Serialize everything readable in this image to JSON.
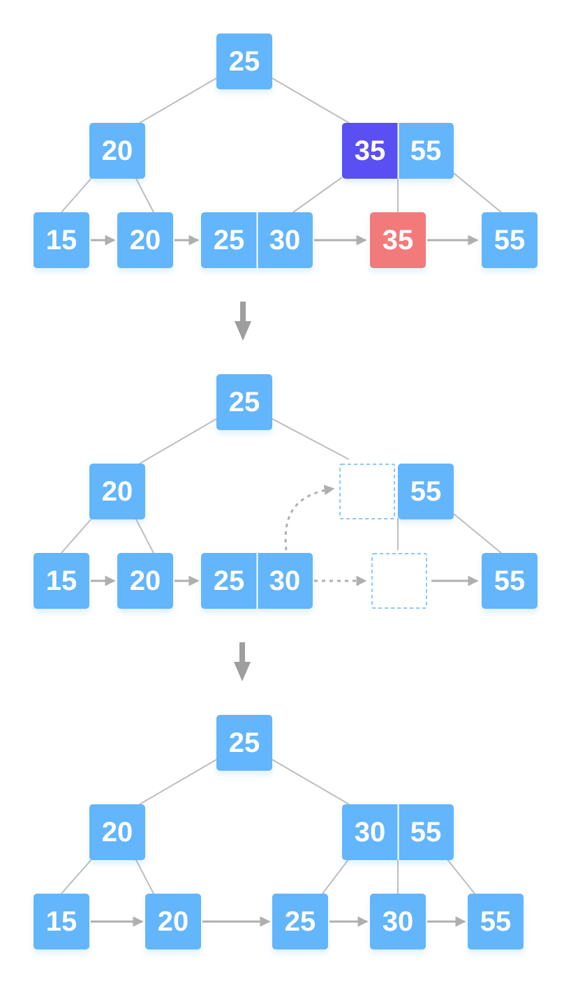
{
  "colors": {
    "node": "#64B5FC",
    "highlight_key": "#5A4FF2",
    "deleted_key": "#F37A7A",
    "edge": "#BDBDBD",
    "arrow": "#AFAFAF",
    "text": "#FFFFFF",
    "empty_border": "#64B5FC"
  },
  "steps": [
    {
      "root": [
        "25"
      ],
      "left_internal": [
        "20"
      ],
      "right_internal": [
        "35",
        "55"
      ],
      "leaves": [
        [
          "15"
        ],
        [
          "20"
        ],
        [
          "25",
          "30"
        ],
        [
          "35"
        ],
        [
          "55"
        ]
      ]
    },
    {
      "root": [
        "25"
      ],
      "left_internal": [
        "20"
      ],
      "right_internal": [
        "",
        "55"
      ],
      "leaves": [
        [
          "15"
        ],
        [
          "20"
        ],
        [
          "25",
          "30"
        ],
        [
          ""
        ],
        [
          "55"
        ]
      ]
    },
    {
      "root": [
        "25"
      ],
      "left_internal": [
        "20"
      ],
      "right_internal": [
        "30",
        "55"
      ],
      "leaves": [
        [
          "15"
        ],
        [
          "20"
        ],
        [
          "25"
        ],
        [
          "30"
        ],
        [
          "55"
        ]
      ]
    }
  ]
}
